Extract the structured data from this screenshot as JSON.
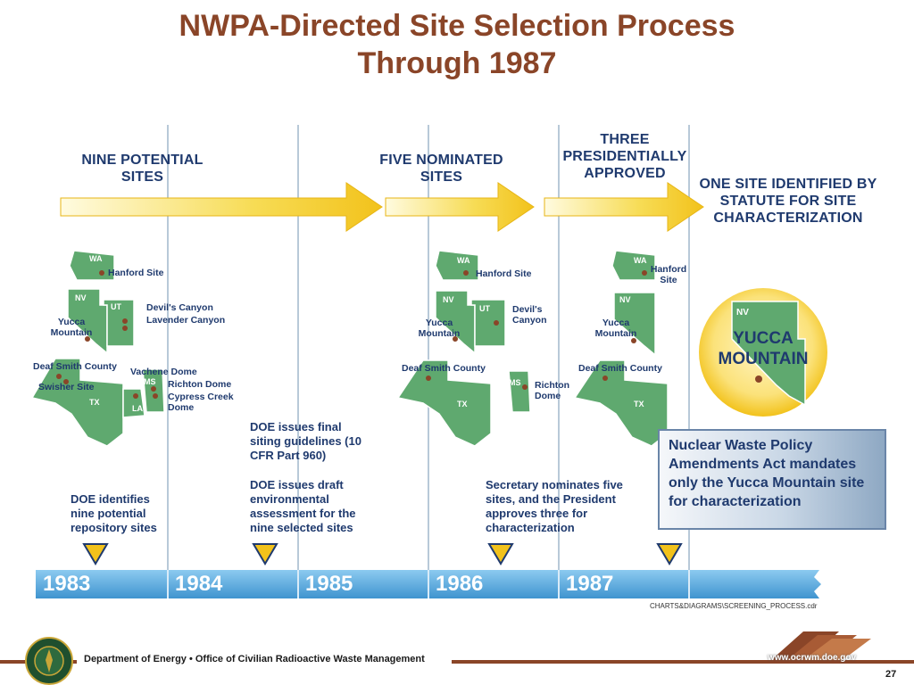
{
  "title": {
    "line1": "NWPA-Directed Site Selection Process",
    "line2": "Through 1987"
  },
  "stages": {
    "nine": "NINE POTENTIAL SITES",
    "five": "FIVE NOMINATED SITES",
    "three": "THREE PRESIDENTIALLY APPROVED",
    "one": "ONE SITE IDENTIFIED BY STATUTE FOR SITE CHARACTERIZATION"
  },
  "map1": {
    "wa": "WA",
    "nv": "NV",
    "ut": "UT",
    "tx": "TX",
    "ms": "MS",
    "la": "LA",
    "hanford": "Hanford Site",
    "devils": "Devil's Canyon",
    "lavender": "Lavender Canyon",
    "yucca": "Yucca Mountain",
    "deaf_smith": "Deaf Smith County",
    "swisher": "Swisher Site",
    "vacherie": "Vachene Dome",
    "richton": "Richton Dome",
    "cypress": "Cypress Creek Dome"
  },
  "map2": {
    "wa": "WA",
    "nv": "NV",
    "ut": "UT",
    "tx": "TX",
    "ms": "MS",
    "hanford": "Hanford Site",
    "devils": "Devil's Canyon",
    "yucca": "Yucca Mountain",
    "deaf_smith": "Deaf Smith County",
    "richton": "Richton Dome"
  },
  "map3": {
    "wa": "WA",
    "nv": "NV",
    "tx": "TX",
    "hanford": "Hanford Site",
    "yucca": "Yucca Mountain",
    "deaf_smith": "Deaf Smith County"
  },
  "final_site": {
    "state": "NV",
    "name": "YUCCA MOUNTAIN"
  },
  "captions": {
    "doe_identifies": "DOE identifies nine potential repository sites",
    "guidelines": "DOE issues final siting guidelines (10 CFR Part 960)",
    "draft_ea": "DOE issues draft environmental assessment for the nine selected sites",
    "secretary": "Secretary nominates five sites, and the President approves three for characterization"
  },
  "act_box": "Nuclear Waste Policy Amendments Act mandates only the Yucca Mountain site for characterization",
  "years": [
    "1983",
    "1984",
    "1985",
    "1986",
    "1987"
  ],
  "file_ref": "CHARTS&DIAGRAMS\\SCREENING_PROCESS.cdr",
  "footer": {
    "org": "Department of Energy • Office of Civilian Radioactive Waste Management",
    "url": "www.ocrwm.doe.gov",
    "page": "27"
  },
  "colors": {
    "title": "#8a4528",
    "text": "#1f3a6e",
    "state_fill": "#5fa96f",
    "arrow": "#f2c21b",
    "timeline": "#5aa9de",
    "marker": "#f2c21b"
  }
}
